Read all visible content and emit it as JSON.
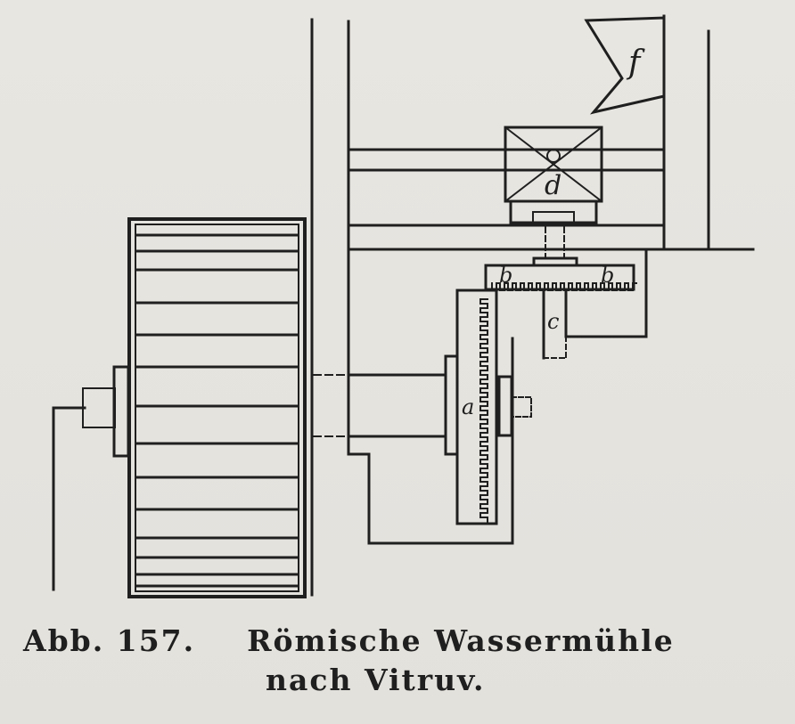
{
  "labels": {
    "f": "f",
    "d": "d",
    "b_left": "b",
    "b_right": "b",
    "c": "c",
    "a": "a"
  },
  "caption": {
    "figure_number": "Abb. 157.",
    "title_line1": "Römische Wassermühle",
    "title_line2": "nach Vitruv."
  },
  "colors": {
    "ink": "#1f1f1f",
    "paper": "#e6e4df"
  }
}
